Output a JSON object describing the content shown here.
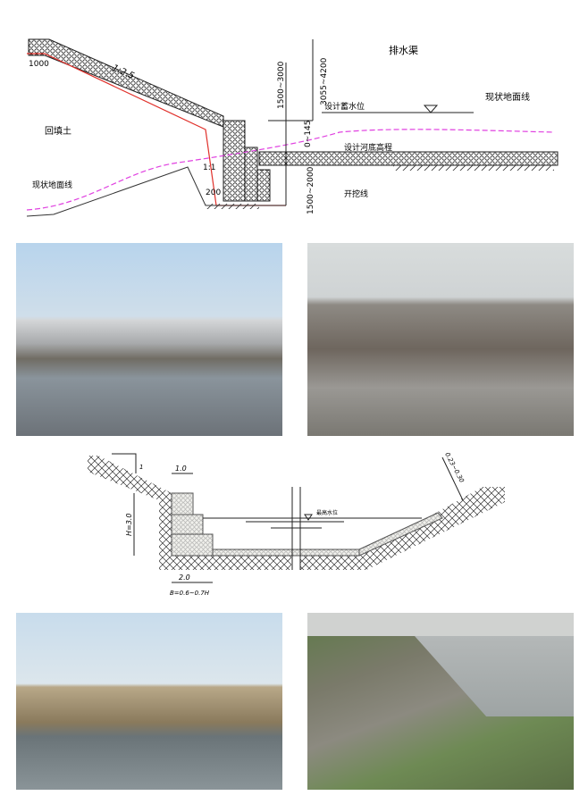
{
  "diagram_top": {
    "labels": {
      "channel": "排水渠",
      "slope": "1:2.5",
      "berm": "1000",
      "height_range": "1500~3000",
      "freeboard": "3055~4200",
      "design_water_level": "设计蓄水位",
      "ground_line_right": "现状地面线",
      "offset": "0~145",
      "design_bed": "设计河底高程",
      "backfill": "回填土",
      "slope_cut": "1:1",
      "toe": "200",
      "excavation": "开挖线",
      "ground_line_left": "现状地面线",
      "depth_range": "1500~2000"
    }
  },
  "diagram_bottom": {
    "labels": {
      "slope_mark": "1",
      "top_width": "1.0",
      "height": "H=3.0",
      "max_water_level": "最高水位",
      "thickness": "0.23~0.30",
      "base_width": "2.0",
      "base_formula": "B=0.6~0.7H"
    }
  },
  "colors": {
    "red_line": "#e0302a",
    "ground_line": "#e040e0",
    "sky": "#b8cde0",
    "stone": "#8d8c88"
  }
}
